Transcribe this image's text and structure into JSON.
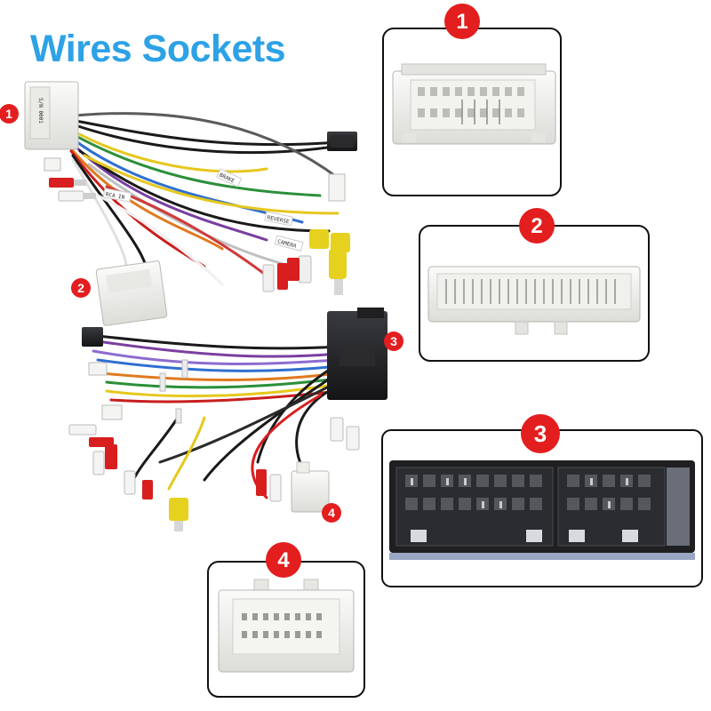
{
  "title": "Wires Sockets",
  "colors": {
    "title": "#2da2e6",
    "badge": "#e31e1e",
    "panel_border": "#111111",
    "connector_body": "#f2f2f0",
    "connector_black": "#1c1c1e"
  },
  "connectors": [
    {
      "number": "1"
    },
    {
      "number": "2"
    },
    {
      "number": "3"
    },
    {
      "number": "4"
    }
  ],
  "harness_labels": [
    "BRAKE",
    "REVERSE",
    "CAMERA",
    "RCA IN"
  ]
}
